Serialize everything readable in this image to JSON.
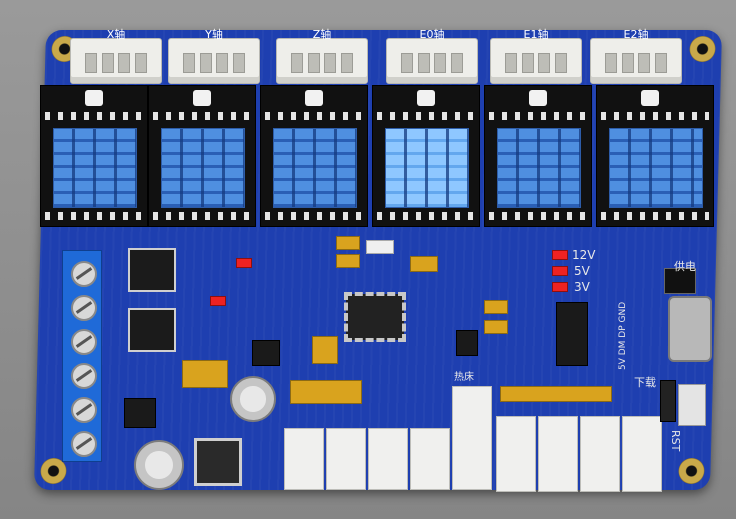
{
  "image": {
    "subject": "blue printed circuit board 3D render",
    "background_color": "#8a8a8a",
    "board_color": "#1e3fb0"
  },
  "connectors_top": [
    {
      "label": "X轴"
    },
    {
      "label": "Y轴"
    },
    {
      "label": "Z轴"
    },
    {
      "label": "E0轴"
    },
    {
      "label": "E1轴"
    },
    {
      "label": "E2轴"
    }
  ],
  "silkscreen": {
    "power_12v": "12V",
    "power_5v": "5V",
    "power_3v": "3V",
    "supply": "供电",
    "download": "下载",
    "rst": "RST",
    "temp": "热床",
    "usb_pins": "5V DM DP GND"
  }
}
